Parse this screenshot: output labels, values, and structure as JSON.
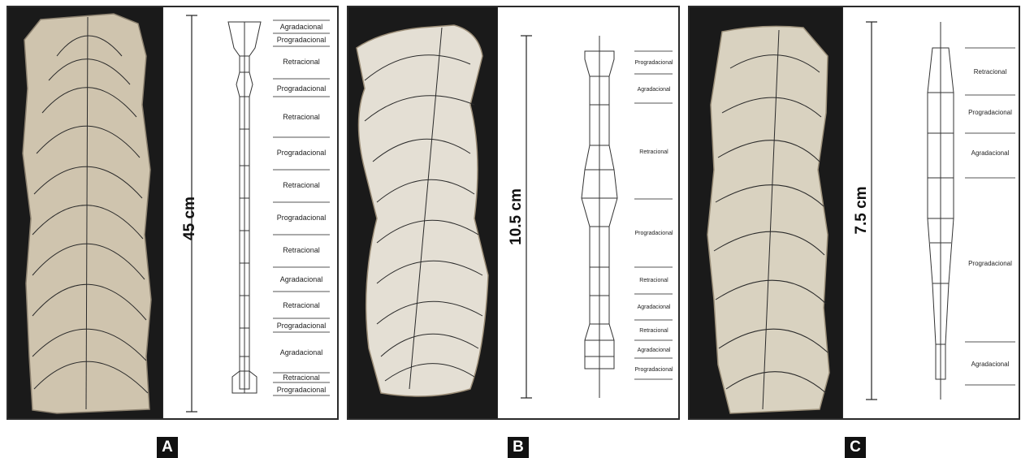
{
  "panels": [
    {
      "id": "A",
      "scale_label": "45 cm",
      "labels": [
        "Agradacional",
        "Progradacional",
        "Retracional",
        "Progradacional",
        "Retracional",
        "Progradacional",
        "Retracional",
        "Progradacional",
        "Retracional",
        "Agradacional",
        "Retracional",
        "Progradacional",
        "Agradacional",
        "Retracional",
        "Progradacional"
      ]
    },
    {
      "id": "B",
      "scale_label": "10.5 cm",
      "labels": [
        "Progradacional",
        "Agradacional",
        "Retracional",
        "Progradacional",
        "Retracional",
        "Agradacional",
        "Retracional",
        "Agradacional",
        "Progradacional"
      ]
    },
    {
      "id": "C",
      "scale_label": "7.5 cm",
      "labels": [
        "Retracional",
        "Progradacional",
        "Agradacional",
        "Progradacional",
        "Agradacional"
      ]
    }
  ],
  "colors": {
    "photo_bg": "#1a1a1a",
    "stone": "#d9cfbd",
    "line": "#333333"
  }
}
